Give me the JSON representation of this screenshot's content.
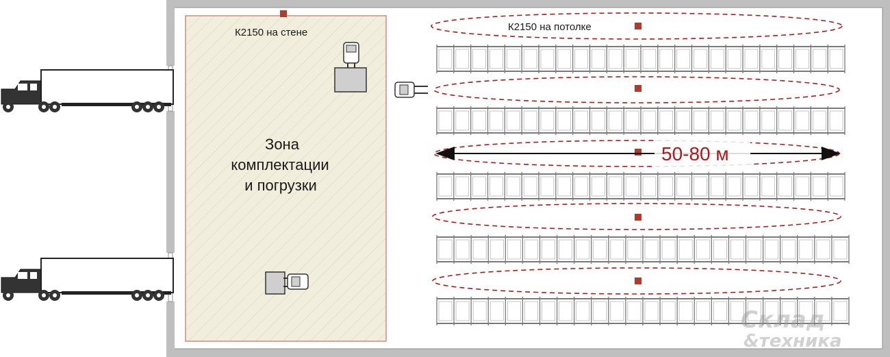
{
  "labels": {
    "wall_sensor": "К2150 на стене",
    "ceiling_sensor": "К2150 на потолке",
    "zone_line1": "Зона",
    "zone_line2": "комплектации",
    "zone_line3": "и  погрузки",
    "distance": "50-80 м"
  },
  "watermark": {
    "line1": "Склад",
    "line2": "&техника"
  },
  "colors": {
    "wall": "#bfbfbf",
    "zone_fill": "#f1eedd",
    "zone_hatch": "#ddd6b7",
    "zone_border": "#d08a80",
    "sensor": "#b03a2e",
    "coverage": "#b0191a",
    "rack_stroke": "#7a7a7a",
    "vehicle": "#222222"
  },
  "icons": [
    "truck-icon",
    "forklift-icon",
    "pallet-icon",
    "sensor-icon"
  ]
}
